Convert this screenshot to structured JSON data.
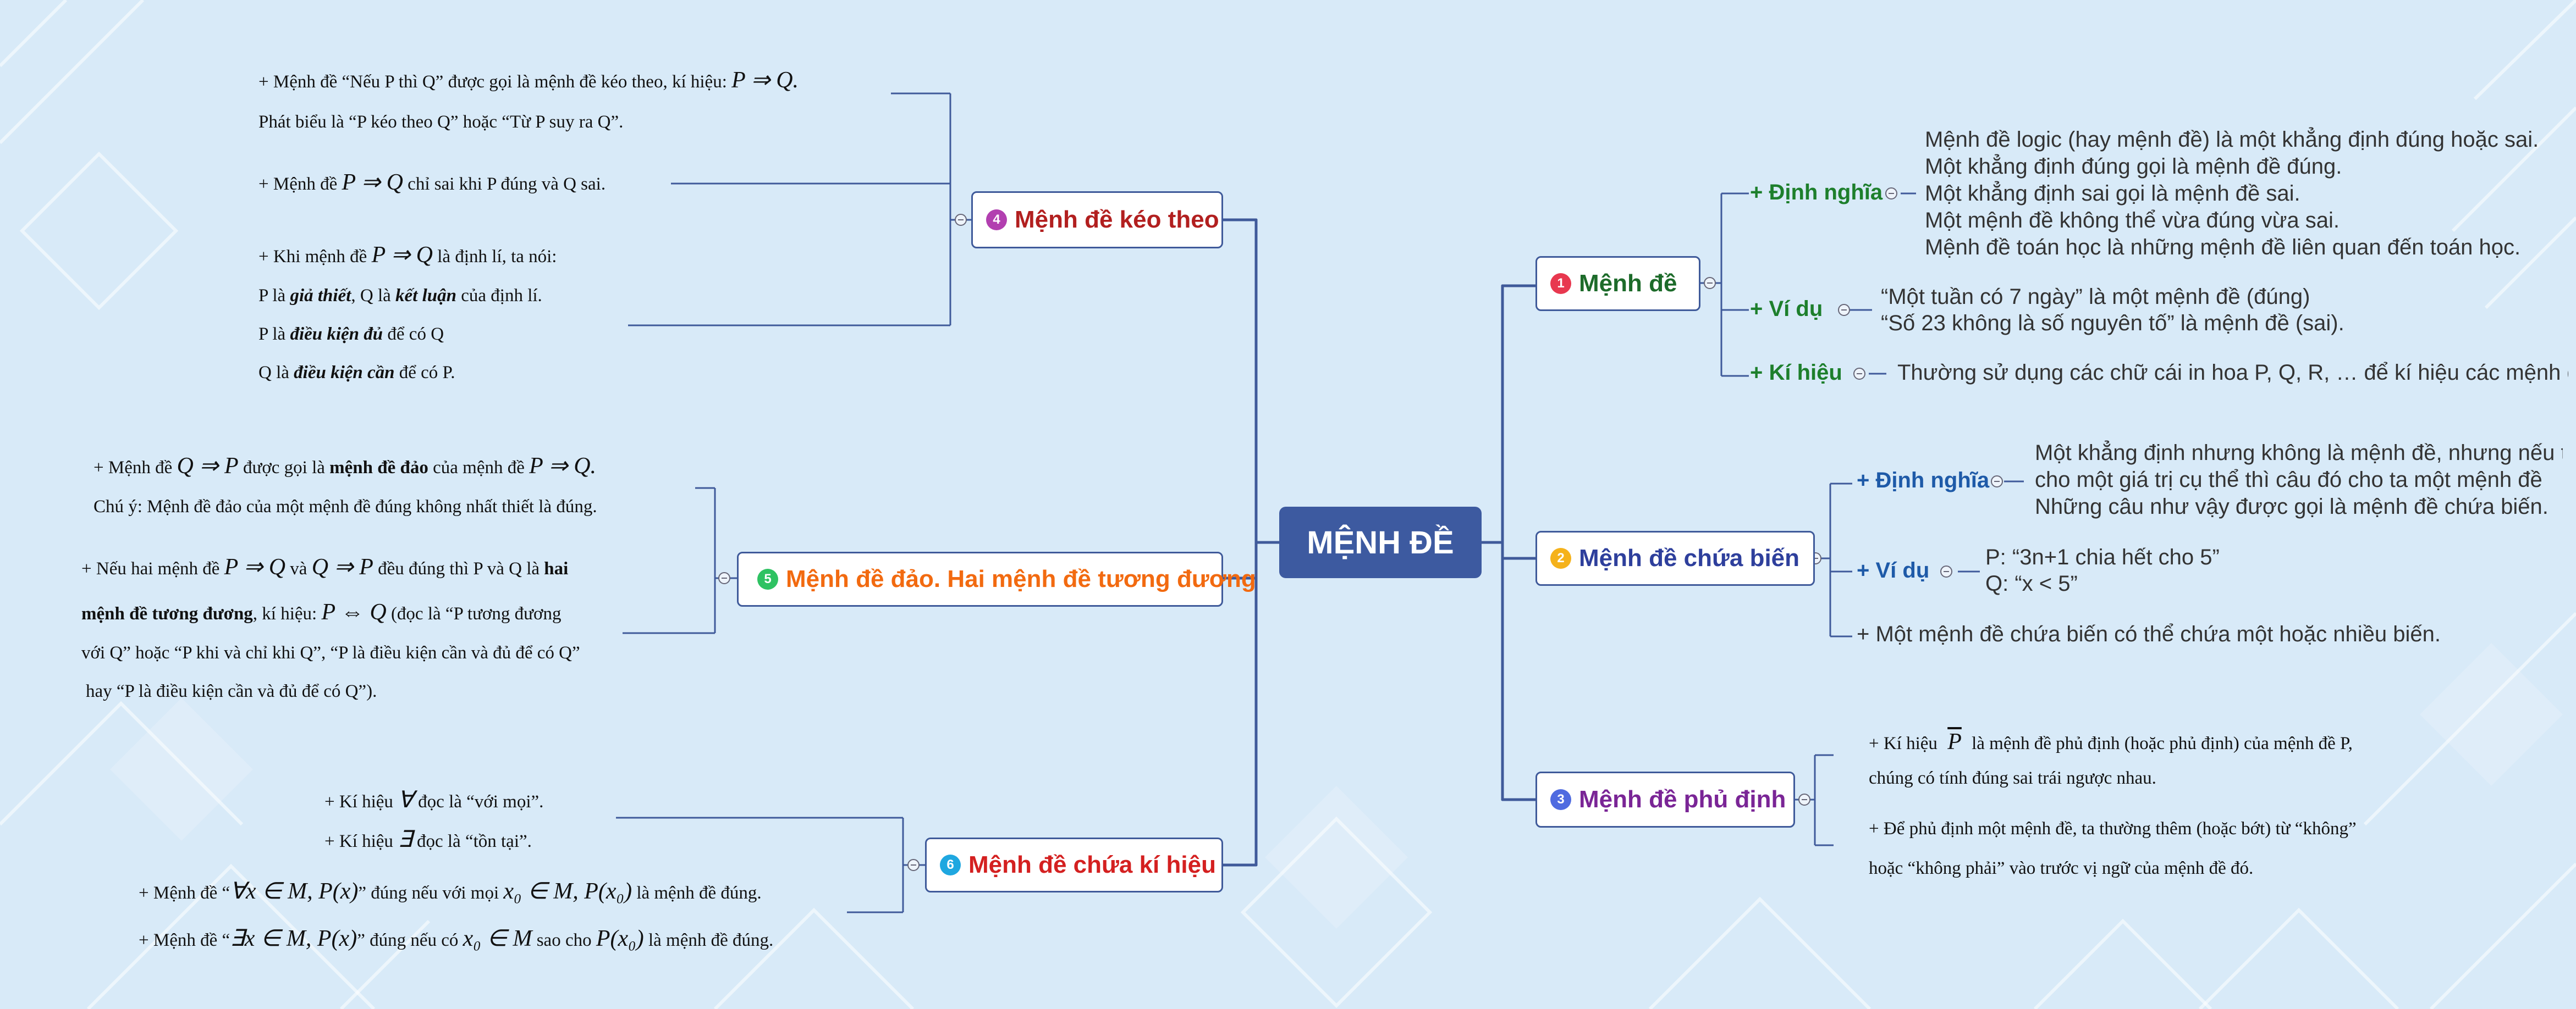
{
  "root": {
    "label": "MỆNH ĐỀ"
  },
  "colors": {
    "root_bg": "#3d5aa0",
    "line": "#3f5a9a",
    "num1": "#e8384f",
    "num2": "#f5b21b",
    "num3": "#4f6be0",
    "num4": "#b23fb0",
    "num5": "#2ec262",
    "num6": "#1fa7e0"
  },
  "b1": {
    "num": "1",
    "title": "Mệnh đề",
    "dinh_nghia": {
      "label": "+ Định nghĩa",
      "lines": [
        "Mệnh đề logic (hay mệnh đề) là một khẳng định đúng hoặc sai.",
        "Một khẳng định đúng gọi là mệnh đề đúng.",
        "Một khẳng định sai gọi là mệnh đề sai.",
        "Một mệnh đề không thể vừa đúng vừa sai.",
        "Mệnh đề toán học là những mệnh đề liên quan đến toán học."
      ]
    },
    "vi_du": {
      "label": "+ Ví dụ",
      "lines": [
        "“Một tuần có 7 ngày” là một mệnh đề (đúng)",
        "“Số 23 không là số nguyên tố” là mệnh đề (sai)."
      ]
    },
    "ki_hieu": {
      "label": "+ Kí hiệu",
      "text": "Thường sử dụng các chữ cái in hoa P, Q, R, … để kí hiệu các mệnh đề."
    }
  },
  "b2": {
    "num": "2",
    "title": "Mệnh đề chứa biến",
    "dinh_nghia": {
      "label": "+ Định nghĩa",
      "lines": [
        "Một khẳng định nhưng không là mệnh đề, nhưng nếu thay biến bằng",
        "cho một giá trị cụ thể thì câu đó cho ta một mệnh đề",
        "Những câu như vậy được gọi là mệnh đề chứa biến."
      ]
    },
    "vi_du": {
      "label": "+ Ví dụ",
      "lines": [
        "P: “3n+1 chia hết cho 5”",
        "Q: “x < 5”"
      ]
    },
    "note": "+ Một mệnh đề chứa biến có thể chứa một hoặc nhiều biến."
  },
  "b3": {
    "num": "3",
    "title": "Mệnh đề phủ định",
    "l1_pre": "+ Kí hiệu",
    "l1_sym": "P",
    "l1_post": "là mệnh đề phủ định (hoặc phủ định) của mệnh đề P,",
    "l2": "chúng có tính đúng sai trái ngược nhau.",
    "l3": "+ Để phủ định một mệnh đề, ta thường thêm (hoặc bớt) từ “không”",
    "l4": "hoặc “không phải” vào trước vị ngữ của mệnh đề đó."
  },
  "b4": {
    "num": "4",
    "title": "Mệnh đề kéo theo",
    "l1_pre": "+ Mệnh đề “Nếu P thì Q” được gọi là mệnh đề kéo theo, kí hiệu:",
    "l1_math": "P ⇒ Q.",
    "l2": "Phát biểu là “P kéo theo Q” hoặc “Từ P suy ra Q”.",
    "l3_pre": "+ Mệnh đề",
    "l3_math": "P ⇒ Q",
    "l3_post": "chỉ sai khi P đúng và Q sai.",
    "l4_pre": "+ Khi mệnh đề",
    "l4_math": "P ⇒ Q",
    "l4_post": "là định lí, ta nói:",
    "l5": {
      "a": "P là ",
      "b": "giả thiết",
      "c": ", Q là ",
      "d": "kết luận",
      "e": " của định lí."
    },
    "l6": {
      "a": "P là ",
      "b": "điều kiện đủ",
      "c": " để có Q"
    },
    "l7": {
      "a": "Q là ",
      "b": "điều kiện cần",
      "c": " để có P."
    }
  },
  "b5": {
    "num": "5",
    "title": "Mệnh đề đảo. Hai mệnh đề tương đương",
    "l1": {
      "a": "+ Mệnh đề",
      "m1": "Q ⇒ P",
      "b": "được gọi là",
      "c": "mệnh đề đảo",
      "d": "của mệnh đề",
      "m2": "P ⇒ Q."
    },
    "l2": "Chú ý: Mệnh đề đảo của một mệnh đề đúng không nhất thiết là đúng.",
    "l3": {
      "a": "+ Nếu hai mệnh đề",
      "m1": "P ⇒ Q",
      "b": "và",
      "m2": "Q ⇒ P",
      "c": "đều đúng thì P và Q là",
      "d": "hai"
    },
    "l4": {
      "a": "mệnh đề tương đương",
      "b": ", kí hiệu:",
      "m": "P ⇔ Q",
      "c": "(đọc là “P tương đương"
    },
    "l5": "với Q” hoặc “P khi và chỉ khi Q”, “P là điều kiện cần và đủ để có Q”",
    "l6": "hay “P là điều kiện cần và đủ để có Q”)."
  },
  "b6": {
    "num": "6",
    "title": "Mệnh đề chứa kí hiệu",
    "l1": {
      "a": "+ Kí hiệu",
      "m": "∀",
      "b": "đọc là “với mọi”."
    },
    "l2": {
      "a": "+ Kí hiệu",
      "m": "∃",
      "b": "đọc là “tồn tại”."
    },
    "l3": {
      "a": "+ Mệnh đề “",
      "m1": "∀x ∈ M, P(x)",
      "b": "” đúng nếu với mọi",
      "m2": "x₀ ∈ M, P(x₀)",
      "c": "là mệnh đề đúng."
    },
    "l4": {
      "a": "+ Mệnh đề “",
      "m1": "∃x ∈ M, P(x)",
      "b": "” đúng nếu có",
      "m2": "x₀ ∈ M",
      "c": "sao cho",
      "m3": "P(x₀)",
      "d": "là mệnh đề đúng."
    }
  }
}
